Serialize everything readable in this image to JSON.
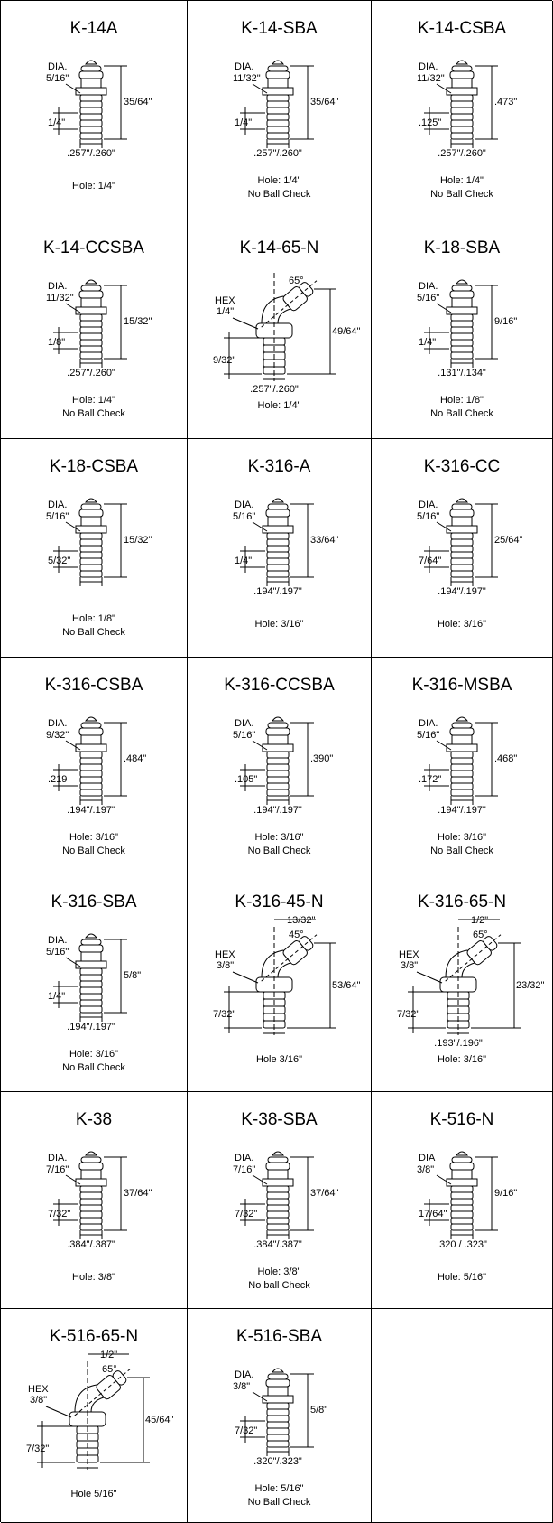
{
  "cells": [
    {
      "title": "K-14A",
      "type": "straight",
      "dia": [
        "DIA.",
        "5/16\""
      ],
      "height": "35/64\"",
      "thread": "1/4\"",
      "size": ".257\"/.260\"",
      "hole": "Hole: 1/4\"",
      "note": ""
    },
    {
      "title": "K-14-SBA",
      "type": "straight",
      "dia": [
        "DIA.",
        "11/32\""
      ],
      "height": "35/64\"",
      "thread": "1/4\"",
      "size": ".257\"/.260\"",
      "hole": "Hole: 1/4\"",
      "note": "No Ball Check"
    },
    {
      "title": "K-14-CSBA",
      "type": "straight",
      "dia": [
        "DIA.",
        "11/32\""
      ],
      "height": ".473\"",
      "thread": ".125\"",
      "size": ".257\"/.260\"",
      "hole": "Hole: 1/4\"",
      "note": "No Ball Check"
    },
    {
      "title": "K-14-CCSBA",
      "type": "straight",
      "dia": [
        "DIA.",
        "11/32\""
      ],
      "height": "15/32\"",
      "thread": "1/8\"",
      "size": ".257\"/.260\"",
      "hole": "Hole: 1/4\"",
      "note": "No Ball Check"
    },
    {
      "title": "K-14-65-N",
      "type": "angle",
      "angle": "65°",
      "hex": [
        "HEX",
        "1/4\""
      ],
      "height": "49/64\"",
      "thread": "9/32\"",
      "size": ".257\"/.260\"",
      "hole": "Hole: 1/4\"",
      "note": ""
    },
    {
      "title": "K-18-SBA",
      "type": "straight",
      "dia": [
        "DIA.",
        "5/16\""
      ],
      "height": "9/16\"",
      "thread": "1/4\"",
      "size": ".131\"/.134\"",
      "hole": "Hole: 1/8\"",
      "note": "No Ball Check"
    },
    {
      "title": "K-18-CSBA",
      "type": "straight",
      "dia": [
        "DIA.",
        "5/16\""
      ],
      "height": "15/32\"",
      "thread": "5/32\"",
      "size": "",
      "hole": "Hole: 1/8\"",
      "note": "No Ball Check"
    },
    {
      "title": "K-316-A",
      "type": "straight",
      "dia": [
        "DIA.",
        "5/16\""
      ],
      "height": "33/64\"",
      "thread": "1/4\"",
      "size": ".194\"/.197\"",
      "hole": "Hole: 3/16\"",
      "note": ""
    },
    {
      "title": "K-316-CC",
      "type": "straight",
      "dia": [
        "DIA.",
        "5/16\""
      ],
      "height": "25/64\"",
      "thread": "7/64\"",
      "size": ".194\"/.197\"",
      "hole": "Hole: 3/16\"",
      "note": ""
    },
    {
      "title": "K-316-CSBA",
      "type": "straight",
      "dia": [
        "DIA.",
        "9/32\""
      ],
      "height": ".484\"",
      "thread": ".219",
      "size": ".194\"/.197\"",
      "hole": "Hole: 3/16\"",
      "note": "No Ball Check"
    },
    {
      "title": "K-316-CCSBA",
      "type": "straight",
      "dia": [
        "DIA.",
        "5/16\""
      ],
      "height": ".390\"",
      "thread": ".105\"",
      "size": ".194\"/.197\"",
      "hole": "Hole: 3/16\"",
      "note": "No Ball Check"
    },
    {
      "title": "K-316-MSBA",
      "type": "straight",
      "dia": [
        "DIA.",
        "5/16\""
      ],
      "height": ".468\"",
      "thread": ".172\"",
      "size": ".194\"/.197\"",
      "hole": "Hole: 3/16\"",
      "note": "No Ball Check"
    },
    {
      "title": "K-316-SBA",
      "type": "straight",
      "dia": [
        "DIA.",
        "5/16\""
      ],
      "height": "5/8\"",
      "thread": "1/4\"",
      "size": ".194\"/.197\"",
      "hole": "Hole: 3/16\"",
      "note": "No Ball Check"
    },
    {
      "title": "K-316-45-N",
      "type": "angle",
      "angle": "45°",
      "top": "13/32\"",
      "hex": [
        "HEX",
        "3/8\""
      ],
      "height": "53/64\"",
      "thread": "7/32\"",
      "size": "",
      "hole": "Hole 3/16\"",
      "note": ""
    },
    {
      "title": "K-316-65-N",
      "type": "angle",
      "angle": "65°",
      "top": "1/2\"",
      "hex": [
        "HEX",
        "3/8\""
      ],
      "height": "23/32\"",
      "thread": "7/32\"",
      "size": ".193\"/.196\"",
      "hole": "Hole: 3/16\"",
      "note": ""
    },
    {
      "title": "K-38",
      "type": "straight",
      "dia": [
        "DIA.",
        "7/16\""
      ],
      "height": "37/64\"",
      "thread": "7/32\"",
      "size": ".384\"/.387\"",
      "hole": "Hole: 3/8\"",
      "note": ""
    },
    {
      "title": "K-38-SBA",
      "type": "straight",
      "dia": [
        "DIA.",
        "7/16\""
      ],
      "height": "37/64\"",
      "thread": "7/32\"",
      "size": ".384\"/.387\"",
      "hole": "Hole: 3/8\"",
      "note": "No ball Check"
    },
    {
      "title": "K-516-N",
      "type": "straight",
      "dia": [
        "DIA",
        "3/8\""
      ],
      "height": "9/16\"",
      "thread": "17/64\"",
      "size": ".320 / .323\"",
      "hole": "Hole: 5/16\"",
      "note": ""
    },
    {
      "title": "K-516-65-N",
      "type": "angle",
      "angle": "65°",
      "top": "1/2\"",
      "hex": [
        "HEX",
        "3/8\""
      ],
      "height": "45/64\"",
      "thread": "7/32\"",
      "size": "",
      "hole": "Hole 5/16\"",
      "note": ""
    },
    {
      "title": "K-516-SBA",
      "type": "straight",
      "dia": [
        "DIA.",
        "3/8\""
      ],
      "height": "5/8\"",
      "thread": "7/32\"",
      "size": ".320\"/.323\"",
      "hole": "Hole: 5/16\"",
      "note": "No Ball Check"
    },
    {
      "title": "",
      "type": "empty",
      "hole": "",
      "note": ""
    }
  ]
}
